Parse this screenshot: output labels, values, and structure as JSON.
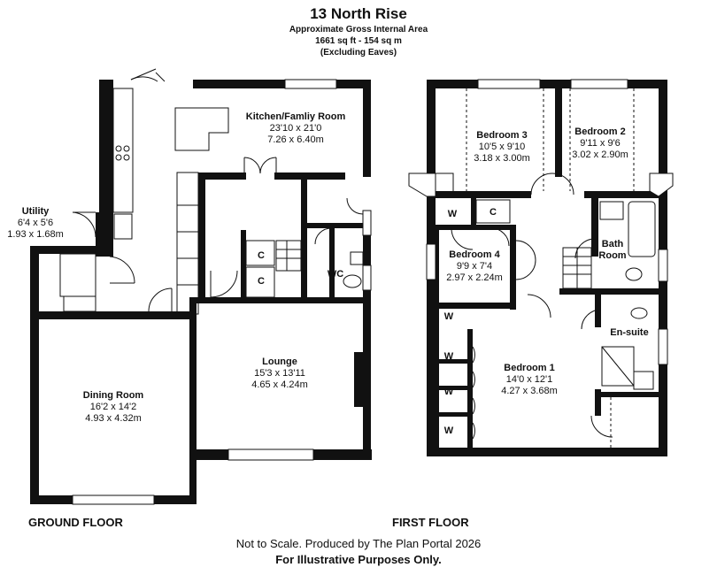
{
  "header": {
    "title": "13 North Rise",
    "area_label": "Approximate Gross Internal Area",
    "area_value": "1661 sq ft - 154 sq m",
    "note": "(Excluding Eaves)"
  },
  "rooms": {
    "kitchen": {
      "name": "Kitchen/Famliy Room",
      "imperial": "23'10 x 21'0",
      "metric": "7.26 x 6.40m"
    },
    "utility": {
      "name": "Utility",
      "imperial": "6'4 x 5'6",
      "metric": "1.93 x 1.68m"
    },
    "wc": {
      "name": "WC"
    },
    "lounge": {
      "name": "Lounge",
      "imperial": "15'3 x 13'11",
      "metric": "4.65 x 4.24m"
    },
    "dining": {
      "name": "Dining Room",
      "imperial": "16'2 x 14'2",
      "metric": "4.93 x 4.32m"
    },
    "bedroom3": {
      "name": "Bedroom 3",
      "imperial": "10'5 x 9'10",
      "metric": "3.18 x 3.00m"
    },
    "bedroom2": {
      "name": "Bedroom 2",
      "imperial": "9'11 x 9'6",
      "metric": "3.02 x 2.90m"
    },
    "bedroom4": {
      "name": "Bedroom 4",
      "imperial": "9'9 x 7'4",
      "metric": "2.97 x 2.24m"
    },
    "bathroom": {
      "name_line1": "Bath",
      "name_line2": "Room"
    },
    "ensuite": {
      "name": "En-suite"
    },
    "bedroom1": {
      "name": "Bedroom 1",
      "imperial": "14'0 x 12'1",
      "metric": "4.27 x 3.68m"
    }
  },
  "cupboards": {
    "c": "C",
    "w": "W"
  },
  "floors": {
    "ground": "GROUND FLOOR",
    "first": "FIRST FLOOR"
  },
  "footer": {
    "line1": "Not to Scale. Produced by The Plan Portal 2026",
    "line2": "For Illustrative Purposes Only."
  }
}
